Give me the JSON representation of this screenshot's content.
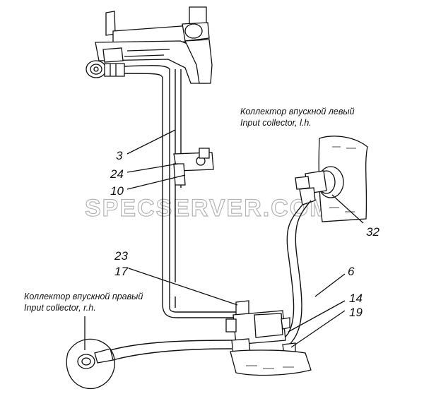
{
  "labels": {
    "n3": "3",
    "n24": "24",
    "n10": "10",
    "n23": "23",
    "n17": "17",
    "n6": "6",
    "n14": "14",
    "n19": "19",
    "n32": "32"
  },
  "collector_left": {
    "ru": "Коллектор впускной левый",
    "en": "Input collector, l.h."
  },
  "collector_right": {
    "ru": "Коллектор впускной правый",
    "en": "Input collector, r.h."
  },
  "watermark": "SPECSERVER.COM"
}
